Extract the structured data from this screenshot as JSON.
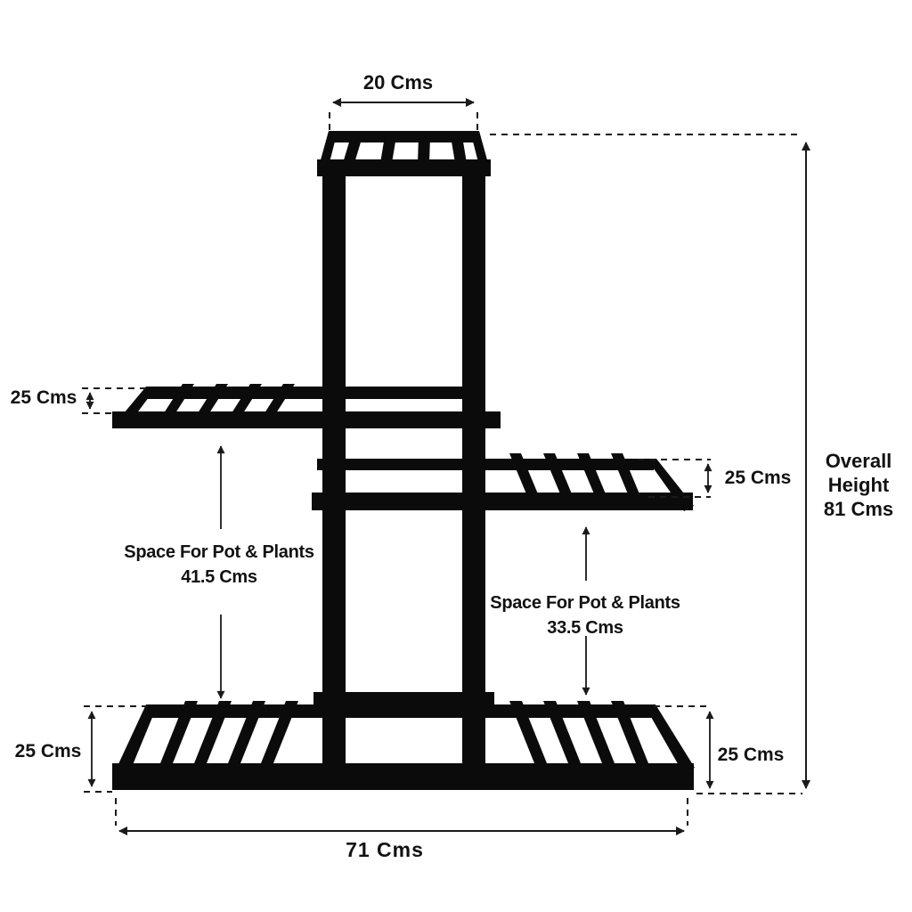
{
  "background": "#ffffff",
  "ink_color": "#1a1a1a",
  "stand_color": "#0b0b0b",
  "product": {
    "name": "multi-tier plant stand dimension diagram"
  },
  "dimensions": {
    "top_width": {
      "label": "20 Cms"
    },
    "left_shelf_depth": {
      "label": "25 Cms"
    },
    "right_shelf_depth": {
      "label": "25 Cms"
    },
    "overall_height": {
      "label": "Overall Height 81 Cms"
    },
    "left_space": {
      "label": "Space For Pot & Plants",
      "value": "41.5 Cms"
    },
    "right_space": {
      "label": "Space For Pot & Plants",
      "value": "33.5 Cms"
    },
    "bottom_left_depth": {
      "label": "25 Cms"
    },
    "bottom_right_depth": {
      "label": "25 Cms"
    },
    "base_width": {
      "label": "71 Cms"
    }
  }
}
